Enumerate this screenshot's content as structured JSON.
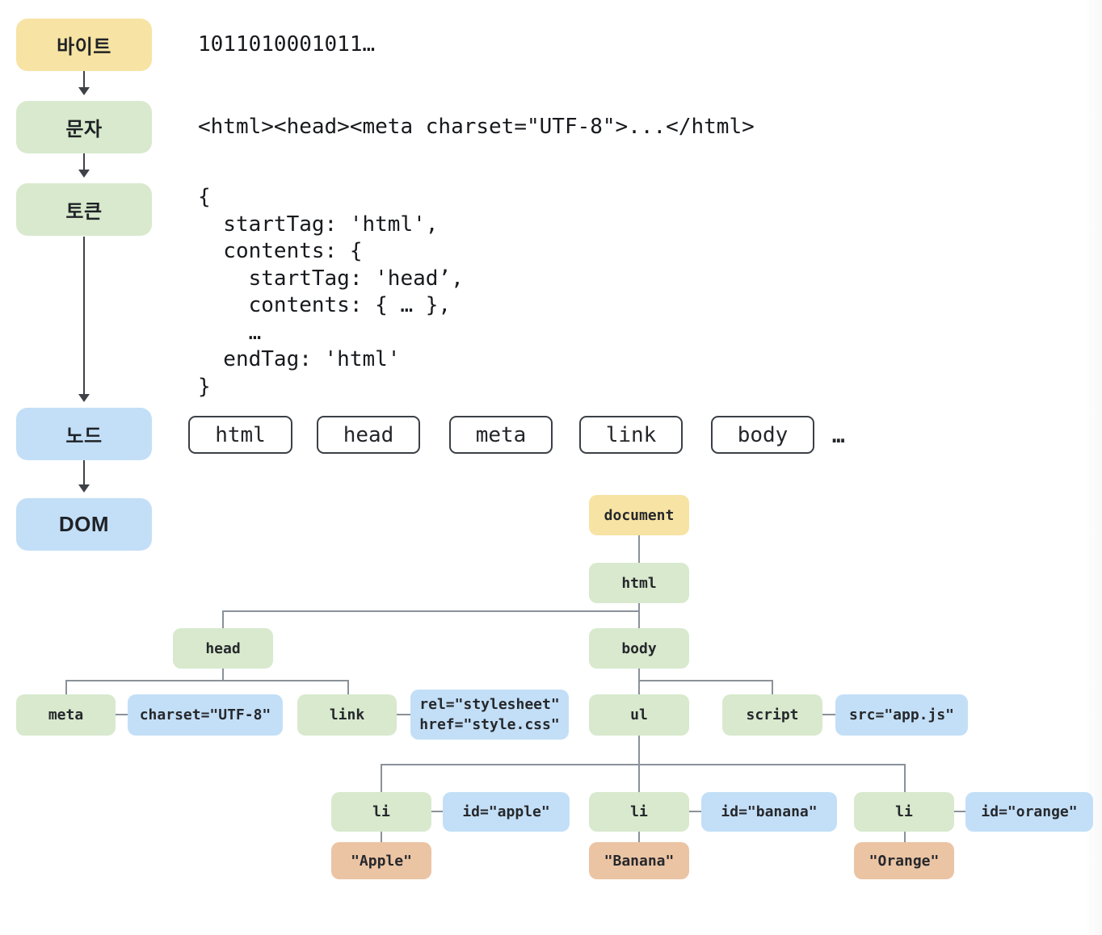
{
  "colors": {
    "stage_yellow": "#F7E3A3",
    "stage_green": "#D8E9CD",
    "stage_blue": "#C3DFF7",
    "text_node_orange": "#EBC4A4",
    "connector_gray": "#8A9199",
    "arrow_dark": "#3E4247",
    "node_border": "#3B4046"
  },
  "pipeline": {
    "byte_label": "바이트",
    "char_label": "문자",
    "token_label": "토큰",
    "node_label": "노드",
    "dom_label": "DOM"
  },
  "byte_stream": "1011010001011…",
  "char_stream": "<html><head><meta charset=\"UTF-8\">...</html>",
  "token_code": "{\n  startTag: 'html',\n  contents: {\n    startTag: 'head’,\n    contents: { … },\n    …\n  endTag: 'html'\n}",
  "node_row": {
    "items": [
      "html",
      "head",
      "meta",
      "link",
      "body"
    ],
    "ellipsis": "…"
  },
  "dom_tree": {
    "document": "document",
    "html": "html",
    "head": "head",
    "body": "body",
    "meta": "meta",
    "meta_attr": "charset=\"UTF-8\"",
    "link": "link",
    "link_attr_line1": "rel=\"stylesheet\"",
    "link_attr_line2": "href=\"style.css\"",
    "ul": "ul",
    "script": "script",
    "script_attr": "src=\"app.js\"",
    "li1": "li",
    "li1_attr": "id=\"apple\"",
    "li1_text": "\"Apple\"",
    "li2": "li",
    "li2_attr": "id=\"banana\"",
    "li2_text": "\"Banana\"",
    "li3": "li",
    "li3_attr": "id=\"orange\"",
    "li3_text": "\"Orange\""
  }
}
